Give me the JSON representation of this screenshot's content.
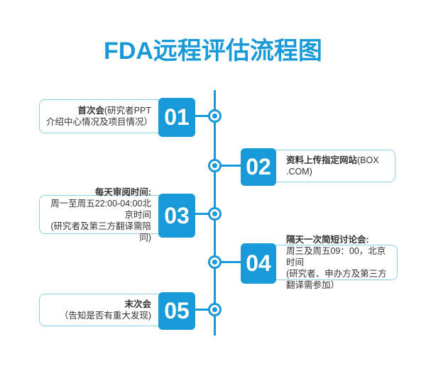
{
  "title": "FDA远程评估流程图",
  "colors": {
    "primary": "#1899D8",
    "box_border": "#8FCFEA",
    "number_text": "#ffffff",
    "body_text": "#333333"
  },
  "steps": [
    {
      "number": "01",
      "line1_bold": "首次会",
      "line1_rest": "(研究者PPT",
      "line2": "介绍中心情况及项目情况）"
    },
    {
      "number": "02",
      "line1_bold": "资料上传指定网站",
      "line1_rest": "(BOX .COM)"
    },
    {
      "number": "03",
      "line1_bold": "每天审阅时间:",
      "line2": "周一至周五22:00-04:00北京时间",
      "line3": "(研究者及第三方翻译需陪同)"
    },
    {
      "number": "04",
      "line1_bold": "隔天一次简短讨论会:",
      "line2": "周三及周五09：00，北京时间",
      "line3": "(研究者、申办方及第三方翻译需参加）"
    },
    {
      "number": "05",
      "line1_bold": "末次会",
      "line2": "（告知是否有重大发现)"
    }
  ]
}
